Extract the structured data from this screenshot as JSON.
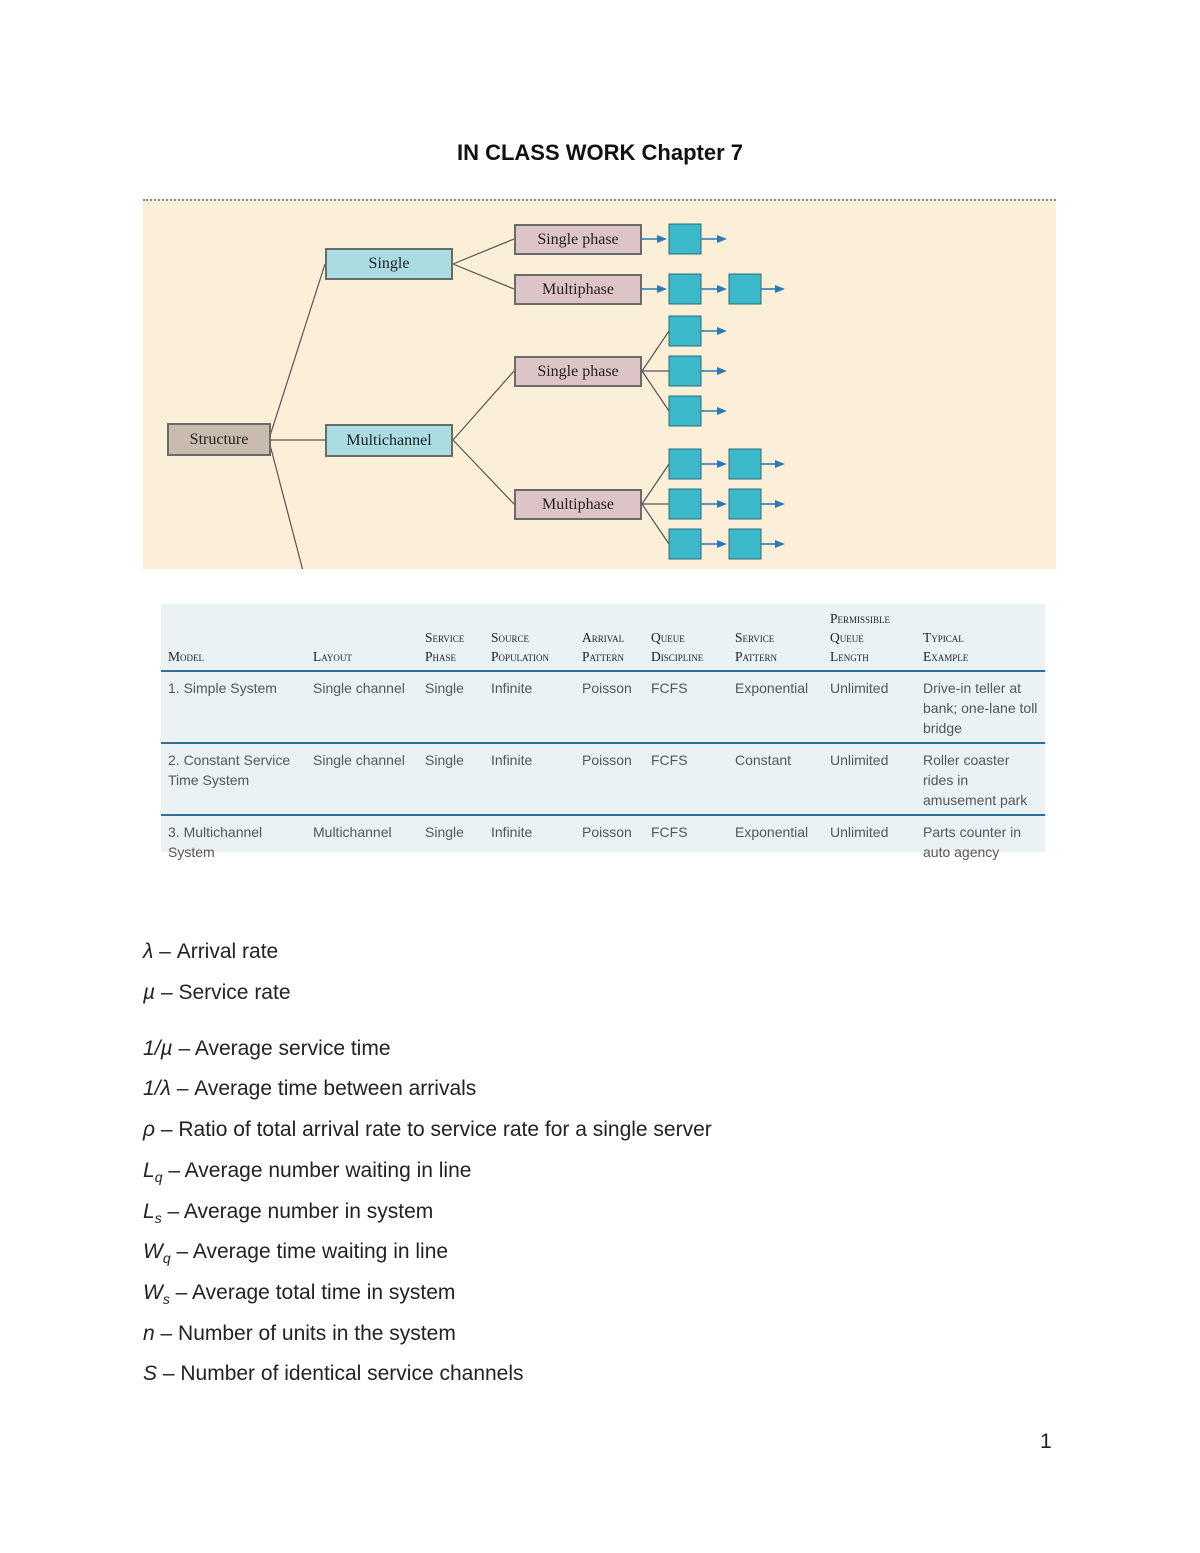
{
  "document": {
    "title": "IN CLASS WORK Chapter 7",
    "page_number": "1"
  },
  "diagram": {
    "nodes": {
      "structure": "Structure",
      "single": "Single",
      "multichannel": "Multichannel",
      "single_phase_a": "Single phase",
      "multiphase_a": "Multiphase",
      "single_phase_b": "Single phase",
      "multiphase_b": "Multiphase"
    },
    "colors": {
      "background": "#fcefd8",
      "structure_box": "#c9bbae",
      "channel_box": "#a9dde2",
      "phase_box": "#dcc4c7",
      "server": "#3bb8c9",
      "arrow": "#2b78b8"
    }
  },
  "table": {
    "headers": [
      [
        "Model"
      ],
      [
        "Layout"
      ],
      [
        "Service",
        "Phase"
      ],
      [
        "Source",
        "Population"
      ],
      [
        "Arrival",
        "Pattern"
      ],
      [
        "Queue",
        "Discipline"
      ],
      [
        "Service",
        "Pattern"
      ],
      [
        "Permissible",
        "Queue",
        "Length"
      ],
      [
        "Typical",
        "Example"
      ]
    ],
    "rows": [
      [
        "1. Simple System",
        "Single channel",
        "Single",
        "Infinite",
        "Poisson",
        "FCFS",
        "Exponential",
        "Unlimited",
        "Drive-in teller at bank; one-lane toll bridge"
      ],
      [
        "2. Constant Service Time System",
        "Single channel",
        "Single",
        "Infinite",
        "Poisson",
        "FCFS",
        "Constant",
        "Unlimited",
        "Roller coaster rides in amusement park"
      ],
      [
        "3. Multichannel System",
        "Multichannel",
        "Single",
        "Infinite",
        "Poisson",
        "FCFS",
        "Exponential",
        "Unlimited",
        "Parts counter in auto agency"
      ]
    ]
  },
  "definitions": [
    {
      "symbol": "λ",
      "sub": "",
      "text": " – Arrival rate"
    },
    {
      "symbol": "µ",
      "sub": "",
      "text": " – Service rate"
    },
    {
      "symbol": "1/µ",
      "sub": "",
      "text": " – Average service time"
    },
    {
      "symbol": "1/λ",
      "sub": "",
      "text": " – Average time between arrivals"
    },
    {
      "symbol": "ρ",
      "sub": "",
      "text": " – Ratio of total arrival rate to service rate for a single server"
    },
    {
      "symbol": "L",
      "sub": "q",
      "text": " – Average number waiting in line"
    },
    {
      "symbol": "L",
      "sub": "s",
      "text": " – Average number in system"
    },
    {
      "symbol": "W",
      "sub": "q",
      "text": " – Average time waiting in line"
    },
    {
      "symbol": "W",
      "sub": "s",
      "text": " – Average total time in system"
    },
    {
      "symbol": "n",
      "sub": "",
      "text": " – Number of units in the system"
    },
    {
      "symbol": "S",
      "sub": "",
      "text": " – Number of identical service channels"
    }
  ]
}
